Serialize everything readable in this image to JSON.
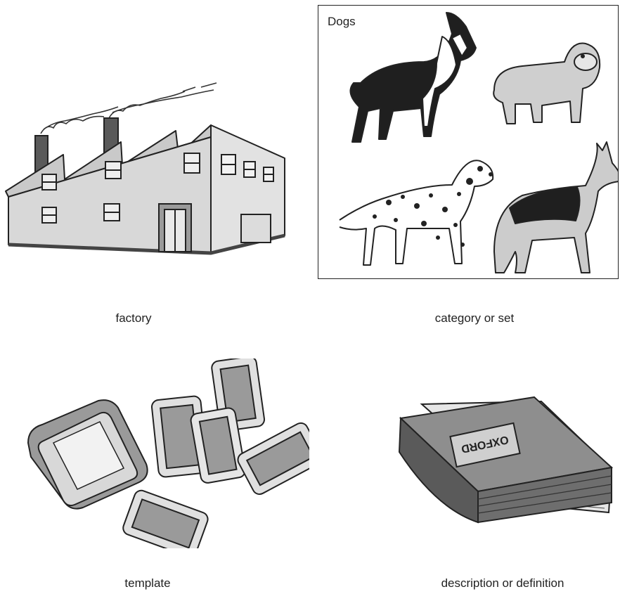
{
  "panels": {
    "factory": {
      "caption": "factory"
    },
    "category": {
      "caption": "category or set",
      "box_label": "Dogs"
    },
    "template": {
      "caption": "template"
    },
    "description": {
      "caption": "description or definition",
      "book_label": "OXFORD"
    }
  },
  "colors": {
    "ink": "#222222",
    "gray_light": "#d6d6d6",
    "gray_mid": "#a8a8a8",
    "gray_dark": "#5a5a5a"
  }
}
